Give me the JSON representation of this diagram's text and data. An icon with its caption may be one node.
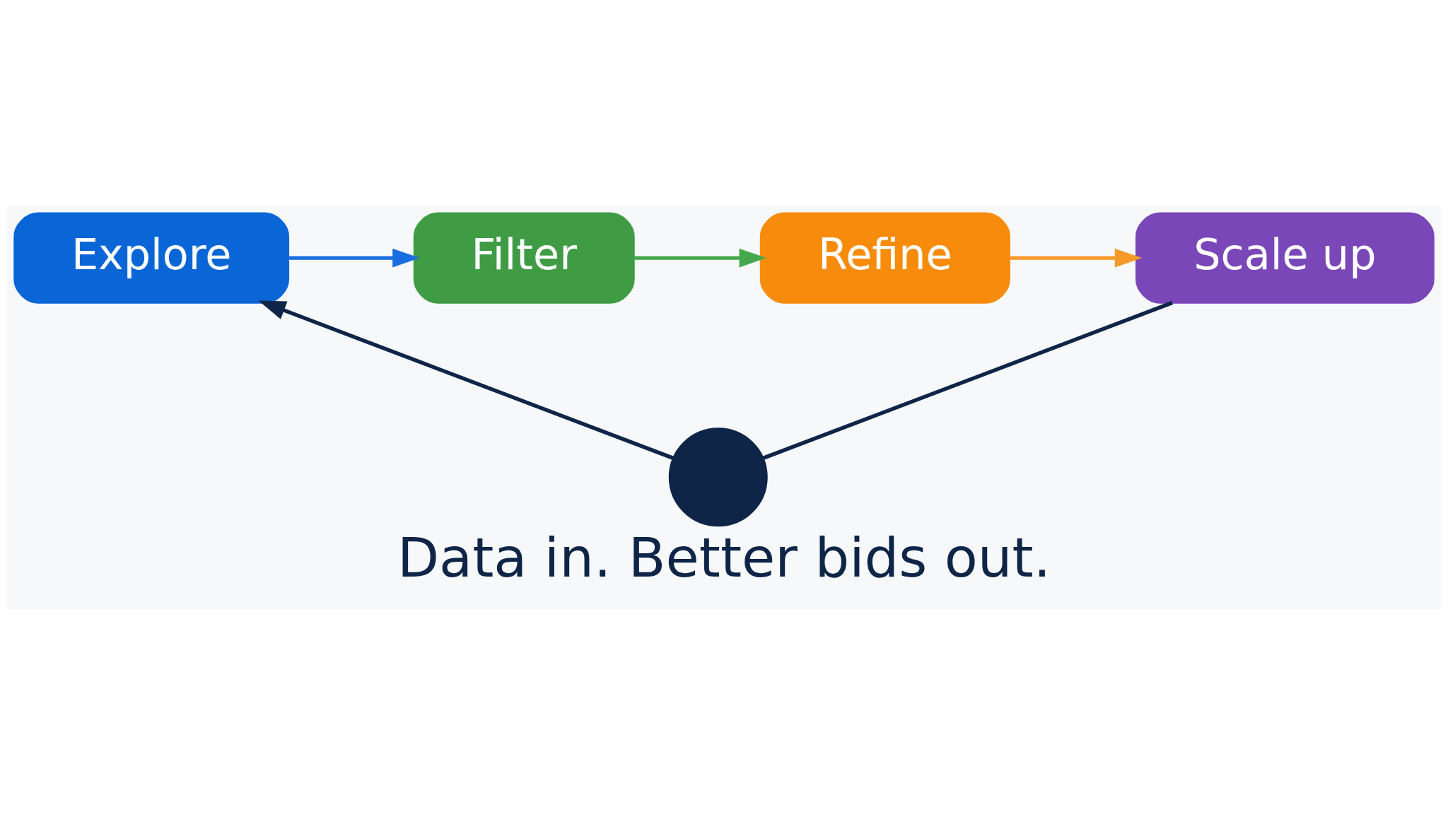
{
  "diagram": {
    "caption": "Data in. Better bids out.",
    "nodes": [
      {
        "text": [
          "Explore"
        ]
      },
      {
        "text": [
          "Filter"
        ]
      },
      {
        "text": [
          "Refine"
        ]
      },
      {
        "text": [
          "Scale up"
        ]
      },
      {
        "text": [],
        "shape": "circle"
      }
    ],
    "edges": [
      {
        "from": 0,
        "to": 1,
        "arrow": "to",
        "color": "#1a6fe0"
      },
      {
        "from": 1,
        "to": 2,
        "arrow": "to",
        "color": "#46a84d"
      },
      {
        "from": 2,
        "to": 3,
        "arrow": "to",
        "color": "#f79a2a"
      },
      {
        "from": 3,
        "to": 4,
        "arrow": "none",
        "color": "#0f2548"
      },
      {
        "from": 4,
        "to": 0,
        "arrow": "to",
        "color": "#0f2548"
      }
    ]
  }
}
